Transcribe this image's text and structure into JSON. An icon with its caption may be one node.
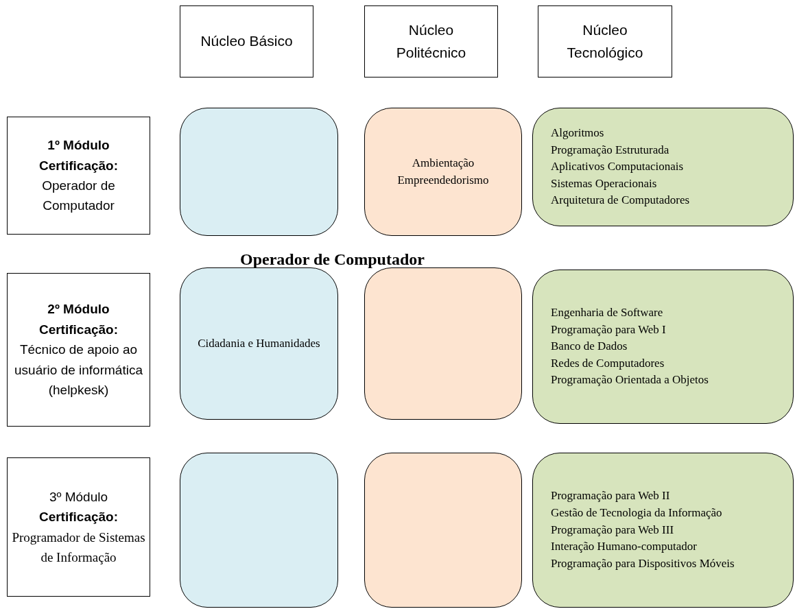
{
  "diagram": {
    "nodes": [
      {
        "text": [
          "Núcleo Básico"
        ]
      },
      {
        "text": [
          "Núcleo Politécnico"
        ]
      },
      {
        "text": [
          "Núcleo Tecnológico"
        ]
      },
      {
        "text": [
          "1º Módulo",
          "Certificação:",
          "Operador de Computador"
        ]
      },
      {
        "text": [],
        "shape": "box"
      },
      {
        "text": [
          "Ambientação",
          "Empreendedorismo"
        ]
      },
      {
        "text": [
          "Algoritmos",
          "Programação Estruturada",
          "Aplicativos Computacionais",
          "Sistemas Operacionais",
          "Arquitetura de Computadores"
        ]
      },
      {
        "text": [
          "2º Módulo",
          "Certificação:",
          "Técnico de apoio ao usuário de informática (helpkesk)"
        ]
      },
      {
        "text": [
          "Cidadania e Humanidades"
        ]
      },
      {
        "text": [],
        "shape": "box"
      },
      {
        "text": [
          "Engenharia de Software",
          "Programação para Web I",
          "Banco de Dados",
          "Redes de Computadores",
          "Programação Orientada a Objetos"
        ]
      },
      {
        "text": [
          "3º Módulo",
          "Certificação:",
          "Programador de Sistemas de Informação"
        ]
      },
      {
        "text": [],
        "shape": "box"
      },
      {
        "text": [],
        "shape": "box"
      },
      {
        "text": [
          "Programação para Web II",
          "Gestão de Tecnologia da Informação",
          "Programação para Web III",
          "Interação Humano-computador",
          "Programação para Dispositivos Móveis"
        ]
      }
    ],
    "labels": [
      "Operador de Computador"
    ]
  }
}
